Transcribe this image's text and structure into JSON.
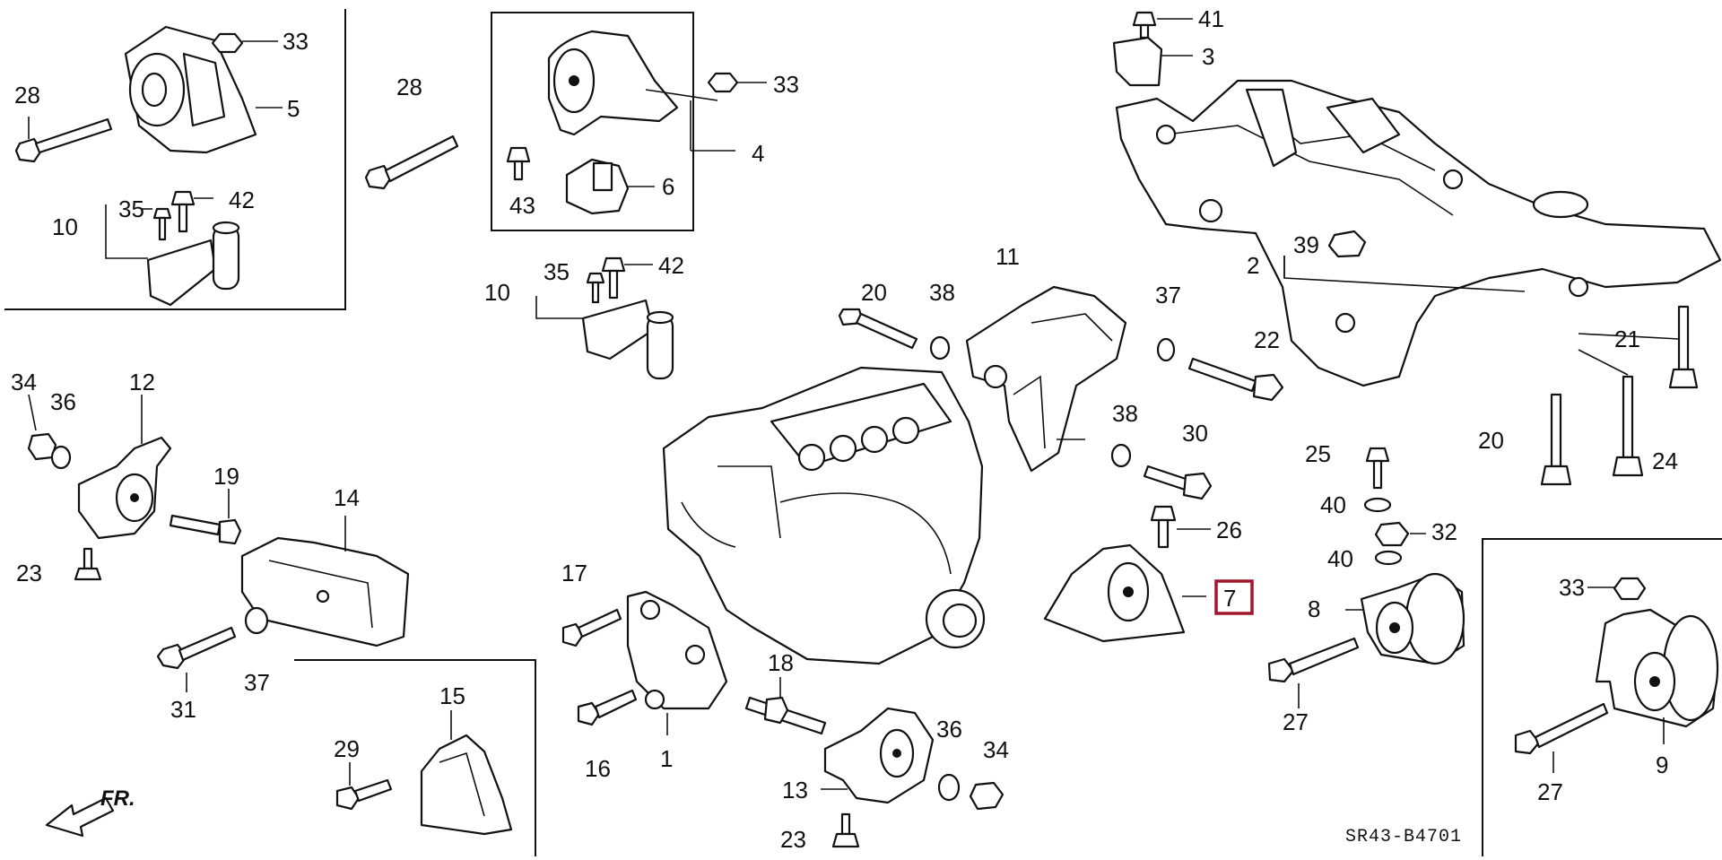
{
  "diagram": {
    "drawing_code": "SR43-B4701",
    "front_marker": "FR.",
    "highlighted_callout": "7",
    "callouts": {
      "c1": "1",
      "c2": "2",
      "c3": "3",
      "c4": "4",
      "c5": "5",
      "c6": "6",
      "c7": "7",
      "c8": "8",
      "c9": "9",
      "c10a": "10",
      "c10b": "10",
      "c11": "11",
      "c12": "12",
      "c13": "13",
      "c14": "14",
      "c15": "15",
      "c16": "16",
      "c17": "17",
      "c18": "18",
      "c19": "19",
      "c20a": "20",
      "c20b": "20",
      "c21": "21",
      "c22": "22",
      "c23a": "23",
      "c23b": "23",
      "c24": "24",
      "c25": "25",
      "c26": "26",
      "c27a": "27",
      "c27b": "27",
      "c28a": "28",
      "c28b": "28",
      "c29": "29",
      "c30": "30",
      "c31": "31",
      "c32": "32",
      "c33a": "33",
      "c33b": "33",
      "c33c": "33",
      "c34a": "34",
      "c34b": "34",
      "c35a": "35",
      "c35b": "35",
      "c36a": "36",
      "c36b": "36",
      "c37a": "37",
      "c37b": "37",
      "c38a": "38",
      "c38b": "38",
      "c39": "39",
      "c40a": "40",
      "c40b": "40",
      "c41": "41",
      "c42a": "42",
      "c42b": "42",
      "c43": "43"
    }
  }
}
